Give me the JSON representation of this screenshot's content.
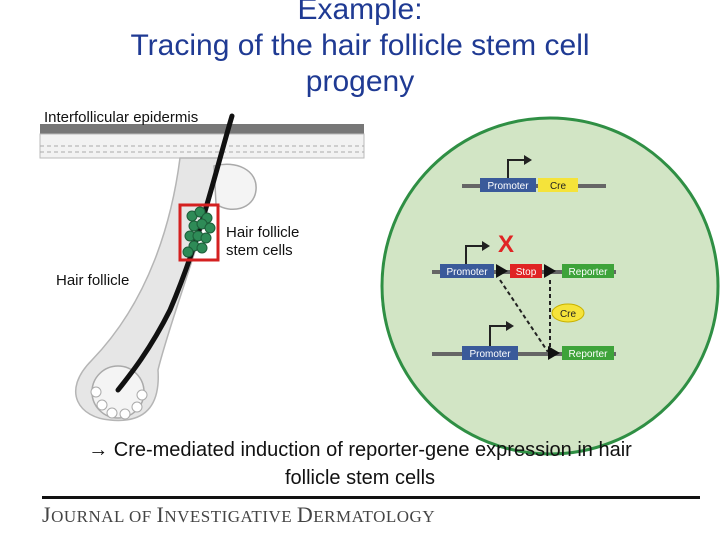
{
  "title": {
    "line1": "Example:",
    "line2": "Tracing of the hair follicle stem cell",
    "line3": "progeny"
  },
  "labels": {
    "interfollicular_epidermis": "Interfollicular epidermis",
    "hair_follicle_stem_cells_1": "Hair follicle",
    "hair_follicle_stem_cells_2": "stem cells",
    "hair_follicle": "Hair follicle"
  },
  "construct": {
    "promoter": "Promoter",
    "cre": "Cre",
    "stop": "Stop",
    "reporter": "Reporter",
    "blocked_mark": "X"
  },
  "caption": {
    "arrow": "→",
    "line1": "Cre-mediated induction of reporter-gene expression in hair",
    "line2": "follicle stem cells"
  },
  "journal": {
    "j": "J",
    "ournal_of": "OURNAL OF ",
    "i": "I",
    "nvestigative": "NVESTIGATIVE ",
    "d": "D",
    "ermatology": "ERMATOLOGY"
  },
  "colors": {
    "title": "#1f3a93",
    "circle_fill": "#d2e5c5",
    "circle_stroke": "#2f8f44",
    "promoter_fill": "#3a5a9a",
    "cre_fill": "#f5e33a",
    "stop_fill": "#e02424",
    "reporter_fill": "#3ea33a",
    "stem_cell_fill": "#2e8b57",
    "stem_box": "#d42020"
  }
}
